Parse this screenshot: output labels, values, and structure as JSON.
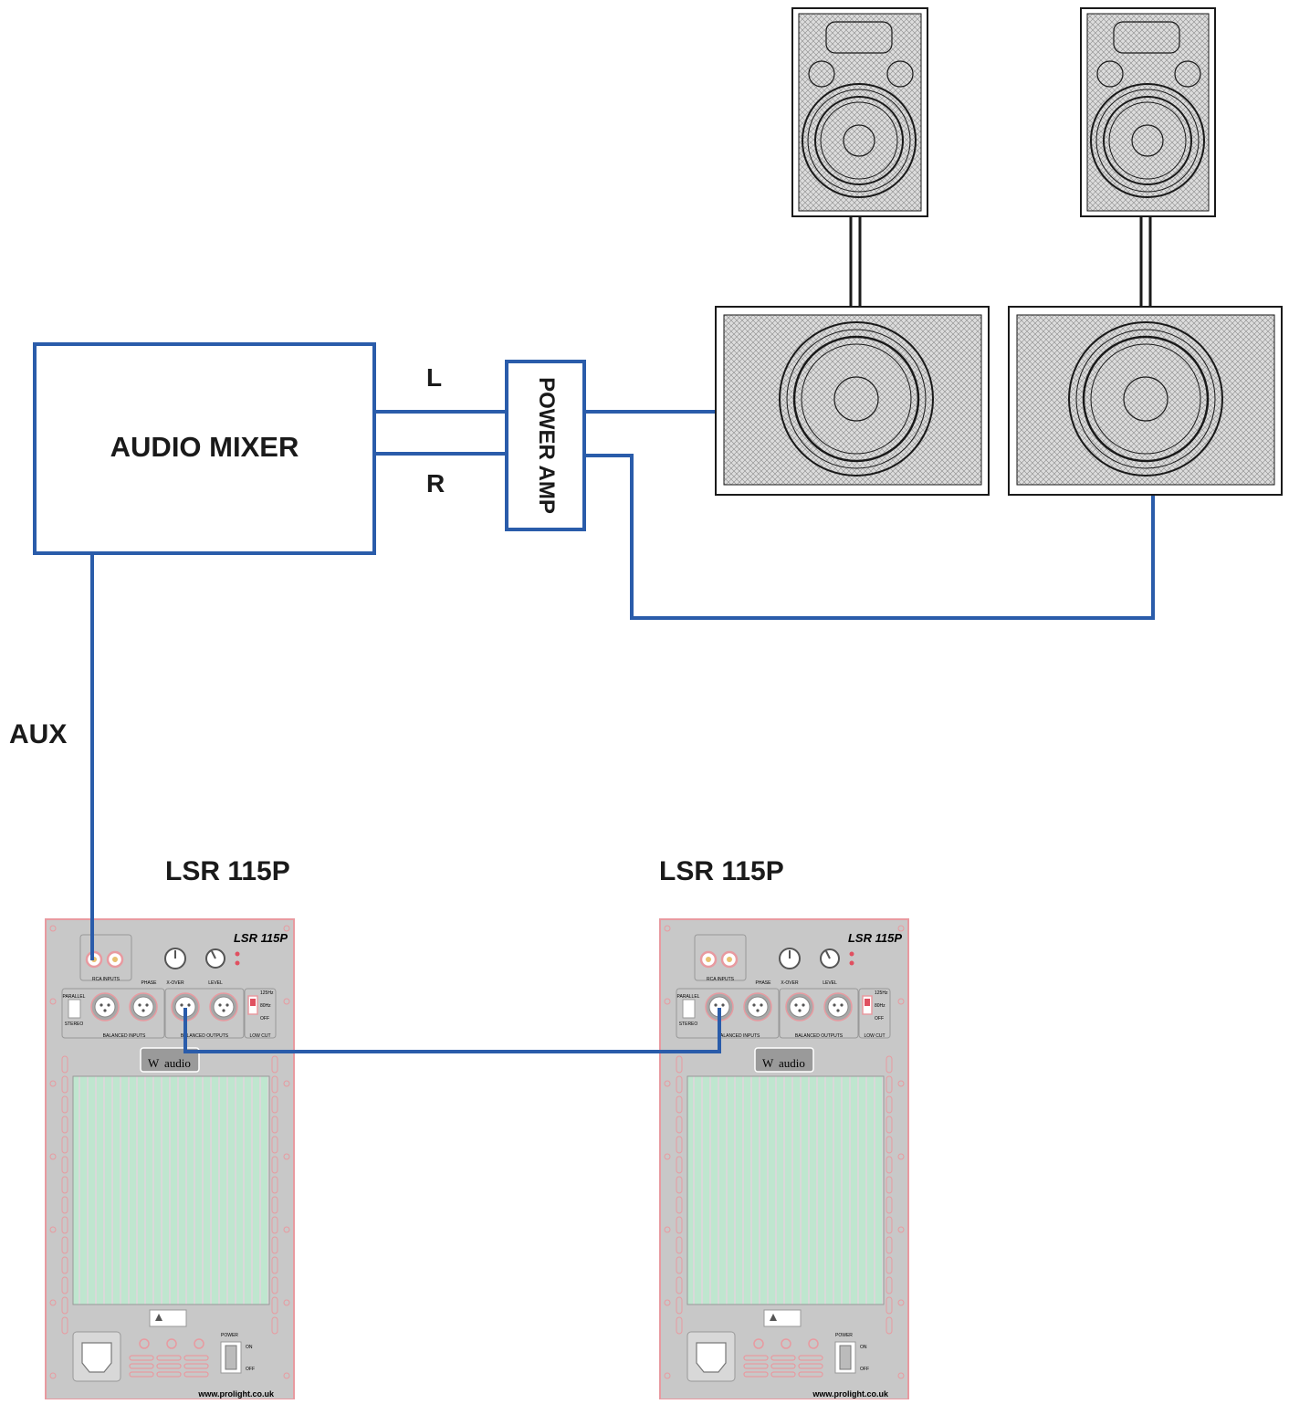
{
  "mixer": {
    "title": "AUDIO MIXER"
  },
  "amp": {
    "title": "POWER AMP"
  },
  "channels": {
    "left": "L",
    "right": "R"
  },
  "aux": {
    "label": "AUX"
  },
  "subwoofers": [
    {
      "model": "LSR 115P",
      "panel_model": "LSR 115P",
      "brand": "audio",
      "url": "www.prolight.co.uk",
      "labels": {
        "rca": "RCA INPUTS",
        "balanced_in": "BALANCED INPUTS",
        "balanced_out": "BALANCED OUTPUTS",
        "low_cut": "LOW CUT",
        "phase": "PHASE",
        "crossover": "X-OVER",
        "level": "LEVEL",
        "power": "POWER",
        "on": "ON",
        "off": "OFF",
        "parallel": "PARALLEL",
        "stereo": "STEREO",
        "freq_125": "125Hz",
        "freq_80": "80Hz",
        "freq_off": "OFF"
      }
    },
    {
      "model": "LSR 115P",
      "panel_model": "LSR 115P",
      "brand": "audio",
      "url": "www.prolight.co.uk",
      "labels": {
        "rca": "RCA INPUTS",
        "balanced_in": "BALANCED INPUTS",
        "balanced_out": "BALANCED OUTPUTS",
        "low_cut": "LOW CUT",
        "phase": "PHASE",
        "crossover": "X-OVER",
        "level": "LEVEL",
        "power": "POWER",
        "on": "ON",
        "off": "OFF",
        "parallel": "PARALLEL",
        "stereo": "STEREO",
        "freq_125": "125Hz",
        "freq_80": "80Hz",
        "freq_off": "OFF"
      }
    }
  ],
  "colors": {
    "cable": "#2a5caa",
    "panel_border": "#e89aa0",
    "panel_fill": "#c8c8c8",
    "grille": "#a8e0c0",
    "speaker_outline": "#1a1a1a"
  }
}
